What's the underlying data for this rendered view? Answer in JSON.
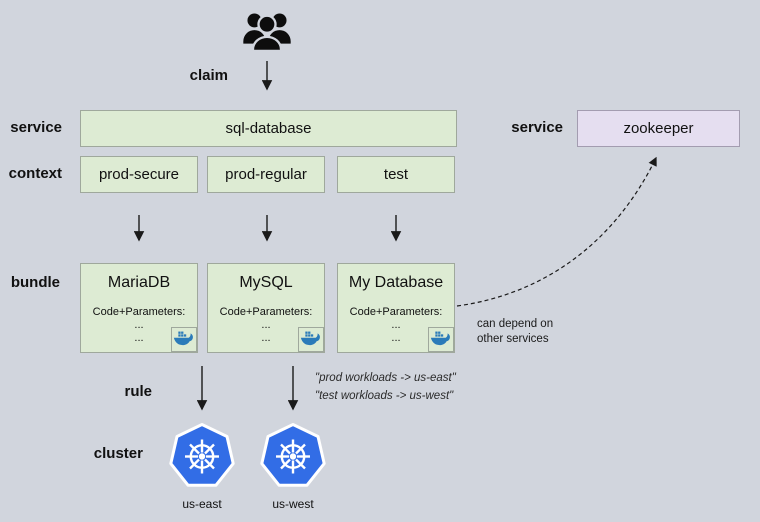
{
  "labels": {
    "claim": "claim",
    "service_left": "service",
    "service_right": "service",
    "context": "context",
    "bundle": "bundle",
    "rule": "rule",
    "cluster": "cluster"
  },
  "service": {
    "name": "sql-database"
  },
  "zookeeper_service": {
    "name": "zookeeper"
  },
  "contexts": [
    {
      "name": "prod-secure"
    },
    {
      "name": "prod-regular"
    },
    {
      "name": "test"
    }
  ],
  "bundles": [
    {
      "title": "MariaDB",
      "code_label": "Code+Parameters:",
      "dots": [
        "...",
        "..."
      ]
    },
    {
      "title": "MySQL",
      "code_label": "Code+Parameters:",
      "dots": [
        "...",
        "..."
      ]
    },
    {
      "title": "My Database",
      "code_label": "Code+Parameters:",
      "dots": [
        "...",
        "..."
      ]
    }
  ],
  "notes": {
    "depend_line1": "can depend on",
    "depend_line2": "other services",
    "rule_line1": "\"prod workloads -> us-east\"",
    "rule_line2": "\"test workloads -> us-west\""
  },
  "clusters": [
    {
      "label": "us-east"
    },
    {
      "label": "us-west"
    }
  ],
  "icons": {
    "claim_icon": "users-group",
    "bundle_corner_icon": "docker-whale",
    "cluster_icon": "kubernetes-helm"
  },
  "colors": {
    "background": "#d1d5dd",
    "green_fill": "#ddebd3",
    "green_border": "#9fa89c",
    "purple_fill": "#e5def0",
    "purple_border": "#a39cb0",
    "kubernetes_blue": "#326de6",
    "docker_blue": "#2b7bb9",
    "arrow": "#1a1a1a"
  }
}
